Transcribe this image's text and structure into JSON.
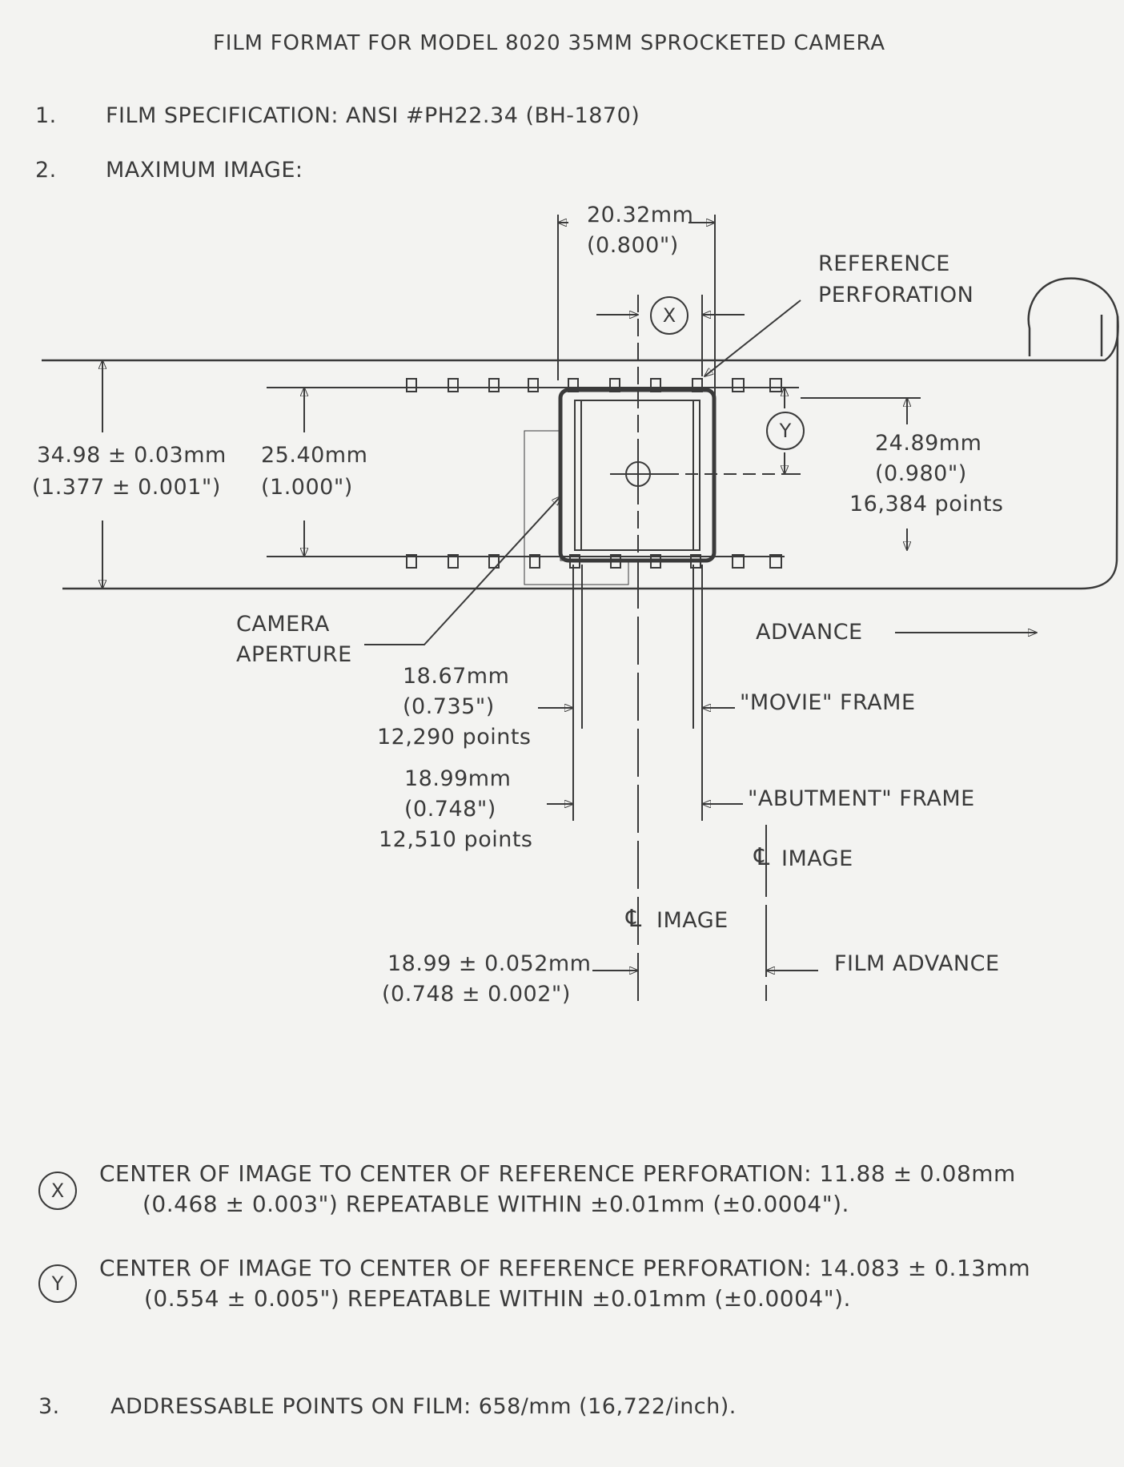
{
  "title": "FILM FORMAT FOR MODEL 8020 35MM SPROCKETED CAMERA",
  "items": [
    {
      "num": "1.",
      "text": "FILM SPECIFICATION:  ANSI #PH22.34 (BH-1870)"
    },
    {
      "num": "2.",
      "text": "MAXIMUM IMAGE:"
    },
    {
      "num": "3.",
      "text": "ADDRESSABLE POINTS ON FILM:  658/mm (16,722/inch)."
    }
  ],
  "diagram": {
    "top_width": {
      "line1": "20.32mm",
      "line2": "(0.800\")"
    },
    "reference": {
      "line1": "REFERENCE",
      "line2": "PERFORATION"
    },
    "x_symbol": "X",
    "y_symbol": "Y",
    "film_width": {
      "line1": "34.98 ± 0.03mm",
      "line2": "(1.377 ± 0.001\")"
    },
    "image_height": {
      "line1": "25.40mm",
      "line2": "(1.000\")"
    },
    "max_height": {
      "line1": "24.89mm",
      "line2": "(0.980\")",
      "line3": "16,384 points"
    },
    "aperture": {
      "line1": "CAMERA",
      "line2": "APERTURE"
    },
    "advance": "ADVANCE",
    "movie": {
      "line1": "18.67mm",
      "line2": "(0.735\")",
      "line3": "12,290 points",
      "label": "\"MOVIE\" FRAME"
    },
    "abutment": {
      "line1": "18.99mm",
      "line2": "(0.748\")",
      "line3": "12,510 points",
      "label": "\"ABUTMENT\" FRAME"
    },
    "cl_symbol": "℄",
    "image1": "IMAGE",
    "image2": "IMAGE",
    "pitch": {
      "line1": "18.99 ± 0.052mm",
      "line2": "(0.748 ± 0.002\")"
    },
    "film_advance": "FILM ADVANCE"
  },
  "notes": [
    {
      "symbol": "X",
      "line1": "CENTER OF IMAGE TO CENTER OF REFERENCE PERFORATION:  11.88 ± 0.08mm",
      "line2": "(0.468 ± 0.003\") REPEATABLE WITHIN ±0.01mm (±0.0004\")."
    },
    {
      "symbol": "Y",
      "line1": "CENTER OF IMAGE TO CENTER OF REFERENCE PERFORATION:  14.083 ± 0.13mm",
      "line2": "(0.554 ± 0.005\") REPEATABLE WITHIN ±0.01mm (±0.0004\")."
    }
  ]
}
